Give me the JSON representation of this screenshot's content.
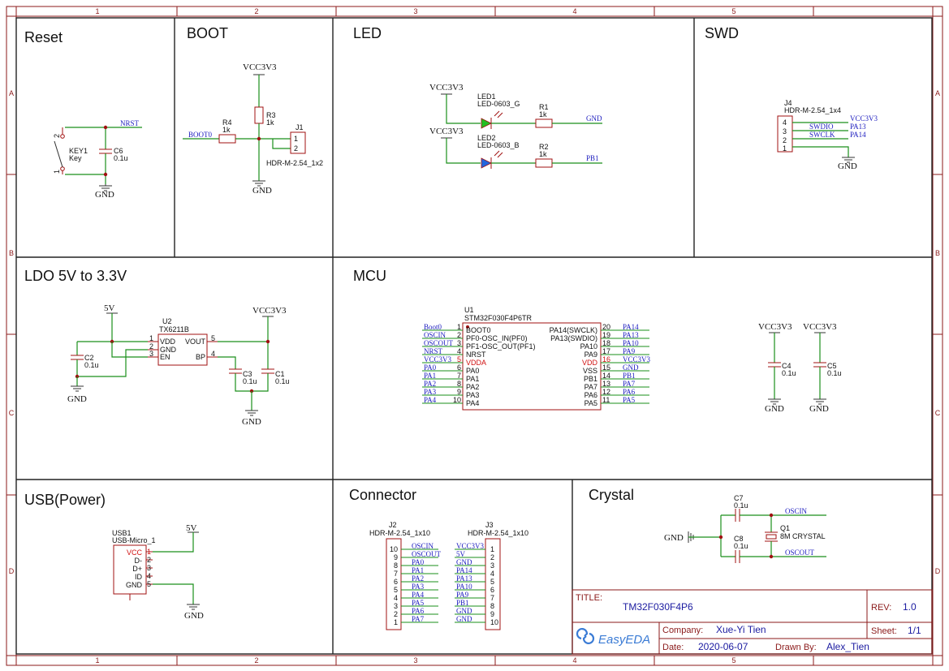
{
  "grid": {
    "cols": [
      "1",
      "2",
      "3",
      "4",
      "5"
    ],
    "rows": [
      "A",
      "B",
      "C",
      "D"
    ]
  },
  "sections": {
    "reset": "Reset",
    "boot": "BOOT",
    "led": "LED",
    "swd": "SWD",
    "ldo": "LDO 5V to 3.3V",
    "mcu": "MCU",
    "usb": "USB(Power)",
    "connector": "Connector",
    "crystal": "Crystal"
  },
  "reset": {
    "key_ref": "KEY1",
    "key_val": "Key",
    "c_ref": "C6",
    "c_val": "0.1u",
    "net": "NRST",
    "gnd": "GND",
    "p1": "1",
    "p2": "2"
  },
  "boot": {
    "vcc": "VCC3V3",
    "r3_ref": "R3",
    "r3_val": "1k",
    "r4_ref": "R4",
    "r4_val": "1k",
    "net": "BOOT0",
    "j_ref": "J1",
    "j_val": "HDR-M-2.54_1x2",
    "gnd": "GND",
    "p1": "1",
    "p2": "2"
  },
  "led": {
    "vcc1": "VCC3V3",
    "vcc2": "VCC3V3",
    "led1_ref": "LED1",
    "led1_val": "LED-0603_G",
    "led2_ref": "LED2",
    "led2_val": "LED-0603_B",
    "r1_ref": "R1",
    "r1_val": "1k",
    "r2_ref": "R2",
    "r2_val": "1k",
    "net1": "GND",
    "net2": "PB1"
  },
  "swd": {
    "j_ref": "J4",
    "j_val": "HDR-M-2.54_1x4",
    "pins": [
      "4",
      "3",
      "2",
      "1"
    ],
    "nets": [
      "VCC3V3",
      "PA13",
      "PA14"
    ],
    "nlab1": "SWDIO",
    "nlab2": "SWCLK",
    "gnd": "GND"
  },
  "ldo": {
    "in": "5V",
    "vcc": "VCC3V3",
    "u_ref": "U2",
    "u_val": "TX6211B",
    "pins_l": [
      "VDD",
      "GND",
      "EN"
    ],
    "pins_ln": [
      "1",
      "2",
      "3"
    ],
    "pins_r": [
      "VOUT",
      "BP"
    ],
    "pins_rn": [
      "5",
      "4"
    ],
    "c2_ref": "C2",
    "c2_val": "0.1u",
    "c3_ref": "C3",
    "c3_val": "0.1u",
    "c1_ref": "C1",
    "c1_val": "0.1u",
    "gnd1": "GND",
    "gnd2": "GND"
  },
  "mcu": {
    "u_ref": "U1",
    "u_val": "STM32F030F4P6TR",
    "left_nets": [
      "Boot0",
      "OSCIN",
      "OSCOUT",
      "NRST",
      "VCC3V3",
      "PA0",
      "PA1",
      "PA2",
      "PA3",
      "PA4"
    ],
    "left_pins": [
      "1",
      "2",
      "3",
      "4",
      "5",
      "6",
      "7",
      "8",
      "9",
      "10"
    ],
    "left_names": [
      "BOOT0",
      "PF0-OSC_IN(PF0)",
      "PF1-OSC_OUT(PF1)",
      "NRST",
      "VDDA",
      "PA0",
      "PA1",
      "PA2",
      "PA3",
      "PA4"
    ],
    "right_names": [
      "PA14(SWCLK)",
      "PA13(SWDIO)",
      "PA10",
      "PA9",
      "VDD",
      "VSS",
      "PB1",
      "PA7",
      "PA6",
      "PA5"
    ],
    "right_pins": [
      "20",
      "19",
      "18",
      "17",
      "16",
      "15",
      "14",
      "13",
      "12",
      "11"
    ],
    "right_nets": [
      "PA14",
      "PA13",
      "PA10",
      "PA9",
      "VCC3V3",
      "GND",
      "PB1",
      "PA7",
      "PA6",
      "PA5"
    ],
    "vcc1": "VCC3V3",
    "vcc2": "VCC3V3",
    "c4_ref": "C4",
    "c4_val": "0.1u",
    "c5_ref": "C5",
    "c5_val": "0.1u",
    "gnd1": "GND",
    "gnd2": "GND"
  },
  "usb": {
    "ref": "USB1",
    "val": "USB-Micro_1",
    "pins": [
      "VCC",
      "D-",
      "D+",
      "ID",
      "GND"
    ],
    "nums": [
      "1",
      "2",
      "3",
      "4",
      "5"
    ],
    "in": "5V",
    "gnd": "GND"
  },
  "connector": {
    "j2_ref": "J2",
    "j2_val": "HDR-M-2.54_1x10",
    "j3_ref": "J3",
    "j3_val": "HDR-M-2.54_1x10",
    "j2_nums": [
      "10",
      "9",
      "8",
      "7",
      "6",
      "5",
      "4",
      "3",
      "2",
      "1"
    ],
    "j2_nets": [
      "OSCIN",
      "OSCOUT",
      "PA0",
      "PA1",
      "PA2",
      "PA3",
      "PA4",
      "PA5",
      "PA6",
      "PA7"
    ],
    "j3_nums": [
      "1",
      "2",
      "3",
      "4",
      "5",
      "6",
      "7",
      "8",
      "9",
      "10"
    ],
    "j3_nets": [
      "VCC3V3",
      "5V",
      "GND",
      "PA14",
      "PA13",
      "PA10",
      "PA9",
      "PB1",
      "GND",
      "GND"
    ]
  },
  "crystal": {
    "c7_ref": "C7",
    "c7_val": "0.1u",
    "c8_ref": "C8",
    "c8_val": "0.1u",
    "q_ref": "Q1",
    "q_val": "8M CRYSTAL",
    "net1": "OSCIN",
    "net2": "OSCOUT",
    "gnd": "GND"
  },
  "titleblock": {
    "title_label": "TITLE:",
    "title": "TM32F030F4P6",
    "rev_label": "REV:",
    "rev": "1.0",
    "company_label": "Company:",
    "company": "Xue-Yi Tien",
    "sheet_label": "Sheet:",
    "sheet": "1/1",
    "date_label": "Date:",
    "date": "2020-06-07",
    "drawn_label": "Drawn By:",
    "drawn": "Alex_Tien",
    "logo": "EasyEDA"
  },
  "colors": {
    "wire": "#1a8f1a",
    "symbol": "#a01010",
    "net": "#2020c0",
    "frame": "#8b1a1a"
  }
}
